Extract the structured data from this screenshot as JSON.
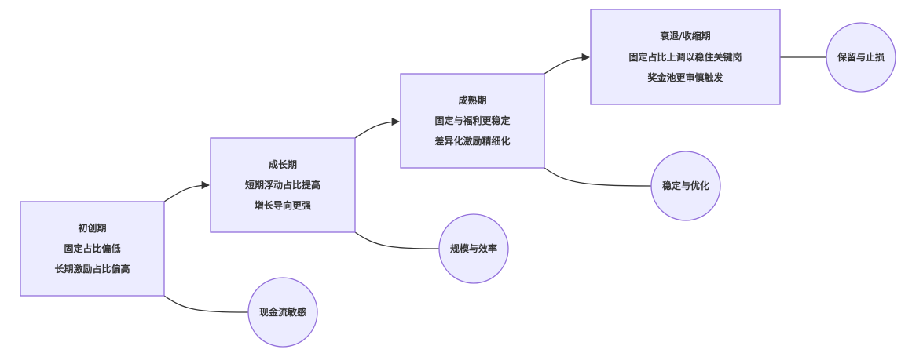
{
  "diagram": {
    "type": "flowchart",
    "direction": "left-to-right",
    "colors": {
      "node_fill": "#ECECFF",
      "node_stroke": "#9370DB",
      "edge": "#333333",
      "text": "#333333",
      "background": "#ffffff"
    },
    "stages": [
      {
        "id": "stage-startup",
        "lines": [
          "初创期",
          "固定占比偏低",
          "长期激励占比偏高"
        ]
      },
      {
        "id": "stage-growth",
        "lines": [
          "成长期",
          "短期浮动占比提高",
          "增长导向更强"
        ]
      },
      {
        "id": "stage-mature",
        "lines": [
          "成熟期",
          "固定与福利更稳定",
          "差异化激励精细化"
        ]
      },
      {
        "id": "stage-decline",
        "lines": [
          "衰退/收缩期",
          "固定占比上调以稳住关键岗",
          "奖金池更审慎触发"
        ]
      }
    ],
    "outcomes": [
      {
        "id": "outcome-cashflow",
        "label": "现金流敏感",
        "from": "stage-startup"
      },
      {
        "id": "outcome-scale",
        "label": "规模与效率",
        "from": "stage-growth"
      },
      {
        "id": "outcome-stable",
        "label": "稳定与优化",
        "from": "stage-mature"
      },
      {
        "id": "outcome-retain",
        "label": "保留与止损",
        "from": "stage-decline"
      }
    ],
    "edges": [
      {
        "from": "stage-startup",
        "to": "stage-growth",
        "arrow": true
      },
      {
        "from": "stage-growth",
        "to": "stage-mature",
        "arrow": true
      },
      {
        "from": "stage-mature",
        "to": "stage-decline",
        "arrow": true
      },
      {
        "from": "stage-startup",
        "to": "outcome-cashflow",
        "arrow": false
      },
      {
        "from": "stage-growth",
        "to": "outcome-scale",
        "arrow": false
      },
      {
        "from": "stage-mature",
        "to": "outcome-stable",
        "arrow": false
      },
      {
        "from": "stage-decline",
        "to": "outcome-retain",
        "arrow": false
      }
    ]
  }
}
